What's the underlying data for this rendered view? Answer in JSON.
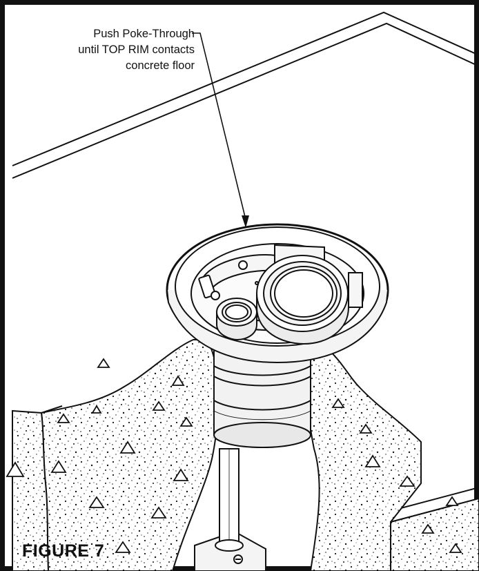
{
  "callout": {
    "line1": "Push Poke-Through",
    "line2": "until TOP RIM contacts",
    "line3": "concrete floor"
  },
  "figure": {
    "title": "FIGURE 7"
  },
  "colors": {
    "ink": "#111111",
    "background": "#ffffff",
    "metal_shade": "#e8e8e8"
  },
  "icons": {
    "aggregate_marks": "triangle",
    "fasteners": "screw"
  }
}
